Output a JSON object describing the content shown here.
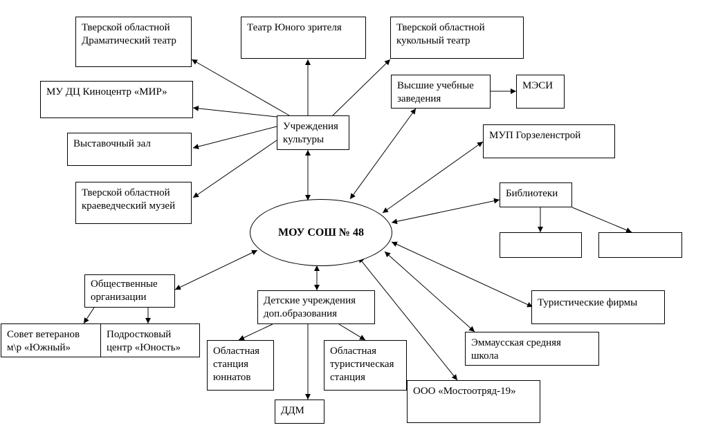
{
  "center": "МОУ СОШ № 48",
  "culture": {
    "hub": "Учреждения\nкультуры",
    "drama_theatre": "Тверской областной\nДраматический театр",
    "youth_theatre": "Театр Юного зрителя",
    "puppet_theatre": "Тверской областной\nкукольный театр",
    "cinema": "МУ ДЦ Киноцентр «МИР»",
    "exhibition": "Выставочный зал",
    "museum": "Тверской областной\nкраеведческий музей"
  },
  "higher_ed": "Высшие учебные\nзаведения",
  "mesi": "МЭСИ",
  "gorzelenstroy": "МУП Горзеленстрой",
  "libraries": "Библиотеки",
  "library_child_1": "",
  "library_child_2": "",
  "tourism_firms": "Туристические фирмы",
  "emmaus_school": "Эммаусская средняя\nшкола",
  "mostootryad": "ООО «Мостоотряд-19»",
  "children_inst": {
    "hub": "Детские учреждения\nдоп.образования",
    "young_naturalists": "Областная\nстанция\nюннатов",
    "tourist_station": "Областная\nтуристическая\nстанция",
    "ddm": "ДДМ"
  },
  "public_orgs": {
    "hub": "Общественные\nорганизации",
    "veterans": "Совет ветеранов\nм\\р «Южный»",
    "youth_center": "Подростковый\nцентр «Юность»"
  }
}
